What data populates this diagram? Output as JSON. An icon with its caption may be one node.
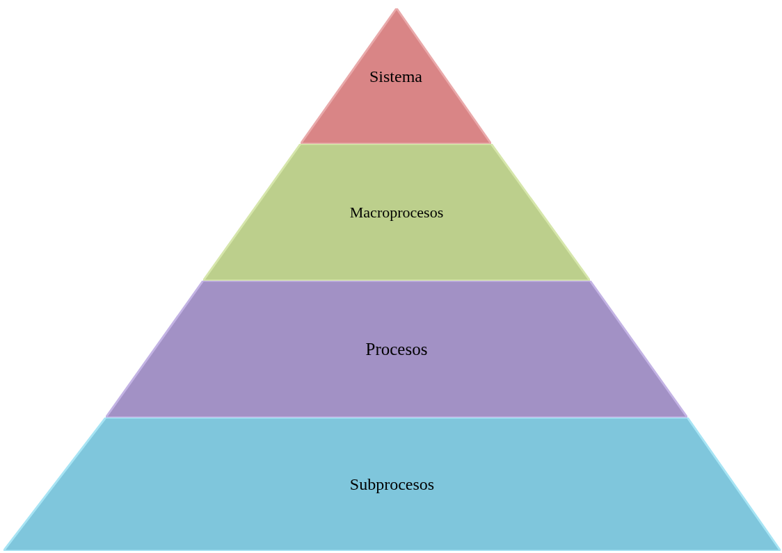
{
  "diagram": {
    "nodes": [
      {
        "text": [
          "Sistema"
        ]
      },
      {
        "text": [
          "Macroprocesos"
        ]
      },
      {
        "text": [
          "Procesos"
        ]
      },
      {
        "text": [
          "Subprocesos"
        ]
      }
    ]
  }
}
